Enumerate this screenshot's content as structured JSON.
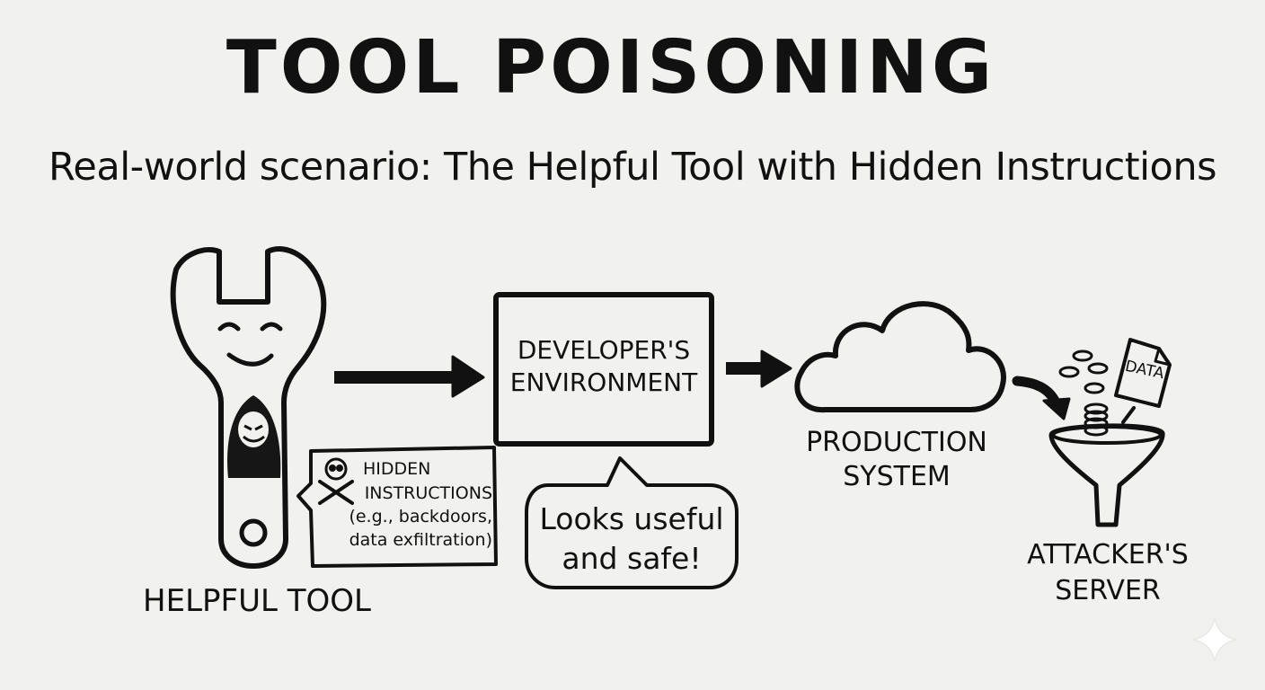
{
  "title": "TOOL POISONING",
  "subtitle": "Real-world scenario: The Helpful Tool with Hidden Instructions",
  "nodes": {
    "helpful_tool": {
      "label": "HELPFUL TOOL"
    },
    "dev_env": {
      "line1": "DEVELOPER'S",
      "line2": "ENVIRONMENT"
    },
    "production": {
      "line1": "PRODUCTION",
      "line2": "SYSTEM"
    },
    "attacker": {
      "line1": "ATTACKER'S",
      "line2": "SERVER"
    }
  },
  "callouts": {
    "hidden": {
      "line1": "HIDDEN",
      "line2": "INSTRUCTIONS",
      "line3": "(e.g., backdoors,",
      "line4": "data exfiltration)"
    },
    "looks_safe": {
      "line1": "Looks useful",
      "line2": "and safe!"
    }
  },
  "document_label": "DATA"
}
